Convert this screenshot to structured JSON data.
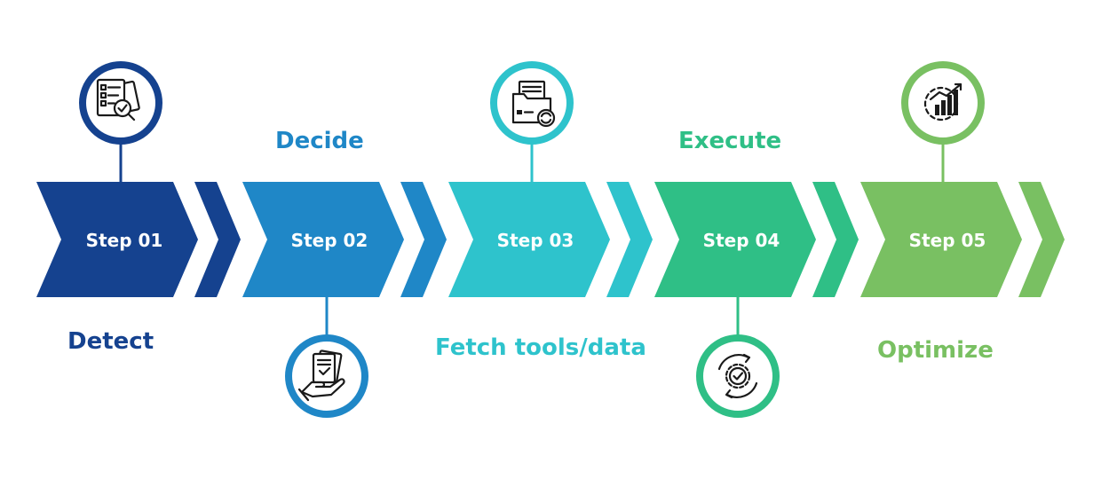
{
  "steps": [
    {
      "label": "Step 01",
      "phase": "Detect",
      "color": "#15428f",
      "icon": "report-search-icon",
      "icon_position": "top",
      "phase_position": "bottom"
    },
    {
      "label": "Step 02",
      "phase": "Decide",
      "color": "#1f87c7",
      "icon": "hand-document-icon",
      "icon_position": "bottom",
      "phase_position": "top"
    },
    {
      "label": "Step 03",
      "phase": "Fetch tools/data",
      "color": "#2ec3cc",
      "icon": "folder-sync-icon",
      "icon_position": "top",
      "phase_position": "bottom"
    },
    {
      "label": "Step 04",
      "phase": "Execute",
      "color": "#2fbf86",
      "icon": "gear-check-icon",
      "icon_position": "bottom",
      "phase_position": "top"
    },
    {
      "label": "Step 05",
      "phase": "Optimize",
      "color": "#79c062",
      "icon": "gear-chart-icon",
      "icon_position": "top",
      "phase_position": "bottom"
    }
  ]
}
